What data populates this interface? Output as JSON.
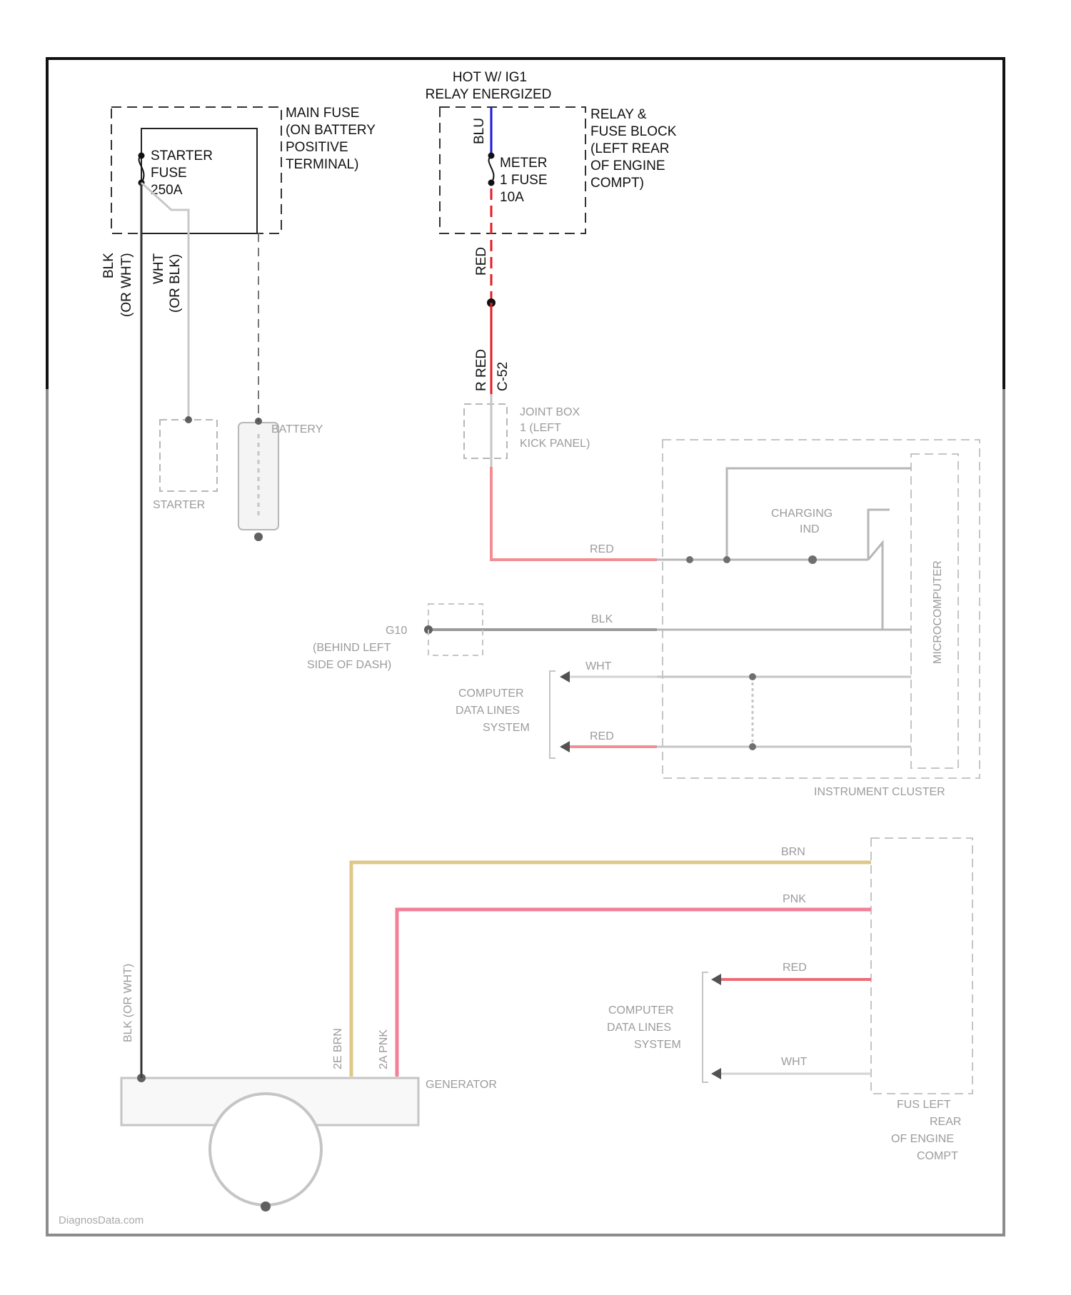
{
  "colors": {
    "frame": "#111111",
    "frame_lower": "#8c8c8c",
    "blue_wire": "#1a1ad6",
    "red_wire": "#e51b24",
    "red_wire_light": "#f07a80",
    "pink_wire": "#f06a86",
    "tan_wire": "#d9bf74",
    "black_wire": "#333333",
    "gray_wire": "#9a9a9a",
    "white_wire": "#c8c8c8"
  },
  "top": {
    "hot_line1": "HOT W/ IG1",
    "hot_line2": "RELAY ENERGIZED"
  },
  "main_fuse": {
    "fuse_label": [
      "STARTER",
      "FUSE",
      "250A"
    ],
    "box_label": [
      "MAIN FUSE",
      "(ON BATTERY",
      "POSITIVE",
      "TERMINAL)"
    ]
  },
  "relay_block": {
    "fuse_label": [
      "METER",
      "1 FUSE",
      "10A"
    ],
    "box_label": [
      "RELAY &",
      "FUSE BLOCK",
      "(LEFT REAR",
      "OF ENGINE",
      "COMPT)"
    ]
  },
  "wires": {
    "blu": "BLU",
    "red_upper": "RED",
    "red_lower": "R RED",
    "c52": "C-52",
    "blk_line1": "BLK",
    "blk_line2": "(OR WHT)",
    "wht_line1": "WHT",
    "wht_line2": "(OR BLK)"
  },
  "lower_blurred": {
    "starter": "STARTER",
    "battery": "BATTERY",
    "joint_box": [
      "JOINT BOX",
      "1 (LEFT",
      "KICK PANEL)"
    ],
    "charging": [
      "CHARGING",
      "IND"
    ],
    "red_a": "RED",
    "blk_a": "BLK",
    "wht_a": "WHT",
    "red_b": "RED",
    "ground": [
      "G10",
      "(BEHIND LEFT",
      "SIDE OF DASH)"
    ],
    "computer_1": [
      "COMPUTER",
      "DATA LINES",
      "SYSTEM"
    ],
    "microcomputer": "MICROCOMPUTER",
    "instrument_cluster": "INSTRUMENT CLUSTER",
    "brn": "BRN",
    "pnk": "PNK",
    "red_c": "RED",
    "wht_c": "WHT",
    "computer_2": [
      "COMPUTER",
      "DATA LINES",
      "SYSTEM"
    ],
    "generator": "GENERATOR",
    "blk_gen": "BLK (OR WHT)",
    "brn_gen": "2E BRN",
    "pnk_gen": "2A PNK",
    "fuse_box": [
      "FUS LEFT",
      "REAR",
      "OF ENGINE",
      "COMPT"
    ],
    "watermark": "DiagnosData.com"
  }
}
